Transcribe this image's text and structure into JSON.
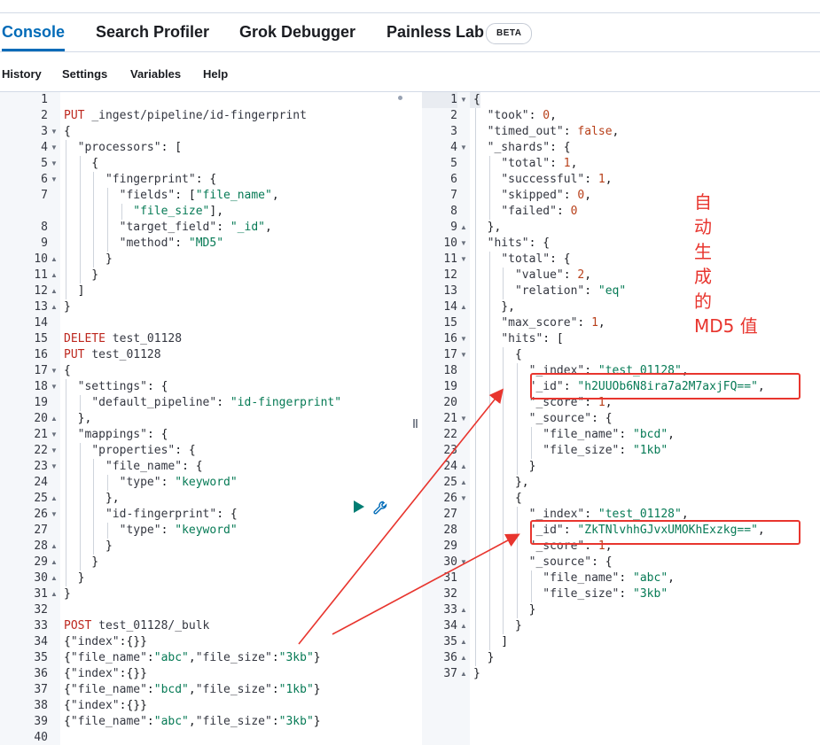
{
  "tabs": [
    {
      "label": "Console",
      "active": true
    },
    {
      "label": "Search Profiler",
      "active": false
    },
    {
      "label": "Grok Debugger",
      "active": false
    },
    {
      "label": "Painless Lab",
      "active": false
    }
  ],
  "beta_badge": "BETA",
  "menu": [
    "History",
    "Settings",
    "Variables",
    "Help"
  ],
  "request_lines": [
    "",
    "PUT _ingest/pipeline/id-fingerprint",
    "{",
    "  \"processors\": [",
    "    {",
    "      \"fingerprint\": {",
    "        \"fields\": [\"file_name\",",
    "          \"file_size\"],",
    "        \"target_field\": \"_id\",",
    "        \"method\": \"MD5\"",
    "      }",
    "    }",
    "  ]",
    "}",
    "",
    "DELETE test_01128",
    "PUT test_01128",
    "{",
    "  \"settings\": {",
    "    \"default_pipeline\": \"id-fingerprint\"",
    "  },",
    "  \"mappings\": {",
    "    \"properties\": {",
    "      \"file_name\": {",
    "        \"type\": \"keyword\"",
    "      },",
    "      \"id-fingerprint\": {",
    "        \"type\": \"keyword\"",
    "      }",
    "    }",
    "  }",
    "}",
    "",
    "POST test_01128/_bulk",
    "{\"index\":{}}",
    "{\"file_name\":\"abc\",\"file_size\":\"3kb\"}",
    "{\"index\":{}}",
    "{\"file_name\":\"bcd\",\"file_size\":\"1kb\"}",
    "{\"index\":{}}",
    "{\"file_name\":\"abc\",\"file_size\":\"3kb\"}",
    ""
  ],
  "request_line_numbers": [
    "1",
    "2",
    "3",
    "4",
    "5",
    "6",
    "7",
    "",
    "8",
    "9",
    "10",
    "11",
    "12",
    "13",
    "14",
    "15",
    "16",
    "17",
    "18",
    "19",
    "20",
    "21",
    "22",
    "23",
    "24",
    "25",
    "26",
    "27",
    "28",
    "29",
    "30",
    "31",
    "32",
    "33",
    "34",
    "35",
    "36",
    "37",
    "38",
    "39",
    "40"
  ],
  "request_folds": [
    "",
    "",
    "down",
    "down",
    "down",
    "down",
    "",
    "",
    "",
    "",
    "up",
    "up",
    "up",
    "up",
    "",
    "",
    "",
    "down",
    "down",
    "",
    "up",
    "down",
    "down",
    "down",
    "",
    "up",
    "down",
    "",
    "up",
    "up",
    "up",
    "up",
    "",
    "",
    "",
    "",
    "",
    "",
    "",
    "",
    ""
  ],
  "response_lines": [
    "{",
    "  \"took\": 0,",
    "  \"timed_out\": false,",
    "  \"_shards\": {",
    "    \"total\": 1,",
    "    \"successful\": 1,",
    "    \"skipped\": 0,",
    "    \"failed\": 0",
    "  },",
    "  \"hits\": {",
    "    \"total\": {",
    "      \"value\": 2,",
    "      \"relation\": \"eq\"",
    "    },",
    "    \"max_score\": 1,",
    "    \"hits\": [",
    "      {",
    "        \"_index\": \"test_01128\",",
    "        \"_id\": \"h2UUOb6N8ira7a2M7axjFQ==\",",
    "        \"_score\": 1,",
    "        \"_source\": {",
    "          \"file_name\": \"bcd\",",
    "          \"file_size\": \"1kb\"",
    "        }",
    "      },",
    "      {",
    "        \"_index\": \"test_01128\",",
    "        \"_id\": \"ZkTNlvhhGJvxUMOKhExzkg==\",",
    "        \"_score\": 1,",
    "        \"_source\": {",
    "          \"file_name\": \"abc\",",
    "          \"file_size\": \"3kb\"",
    "        }",
    "      }",
    "    ]",
    "  }",
    "}"
  ],
  "response_folds": [
    "down",
    "",
    "",
    "down",
    "",
    "",
    "",
    "",
    "up",
    "down",
    "down",
    "",
    "",
    "up",
    "",
    "down",
    "down",
    "",
    "",
    "",
    "down",
    "",
    "",
    "up",
    "up",
    "down",
    "",
    "",
    "",
    "down",
    "",
    "",
    "up",
    "up",
    "up",
    "up",
    "up"
  ],
  "annotation": [
    "自",
    "动",
    "生",
    "成",
    "的",
    "MD5 值"
  ],
  "colors": {
    "accent": "#006bb8",
    "annotation": "#e8352e",
    "run": "#017d73"
  }
}
